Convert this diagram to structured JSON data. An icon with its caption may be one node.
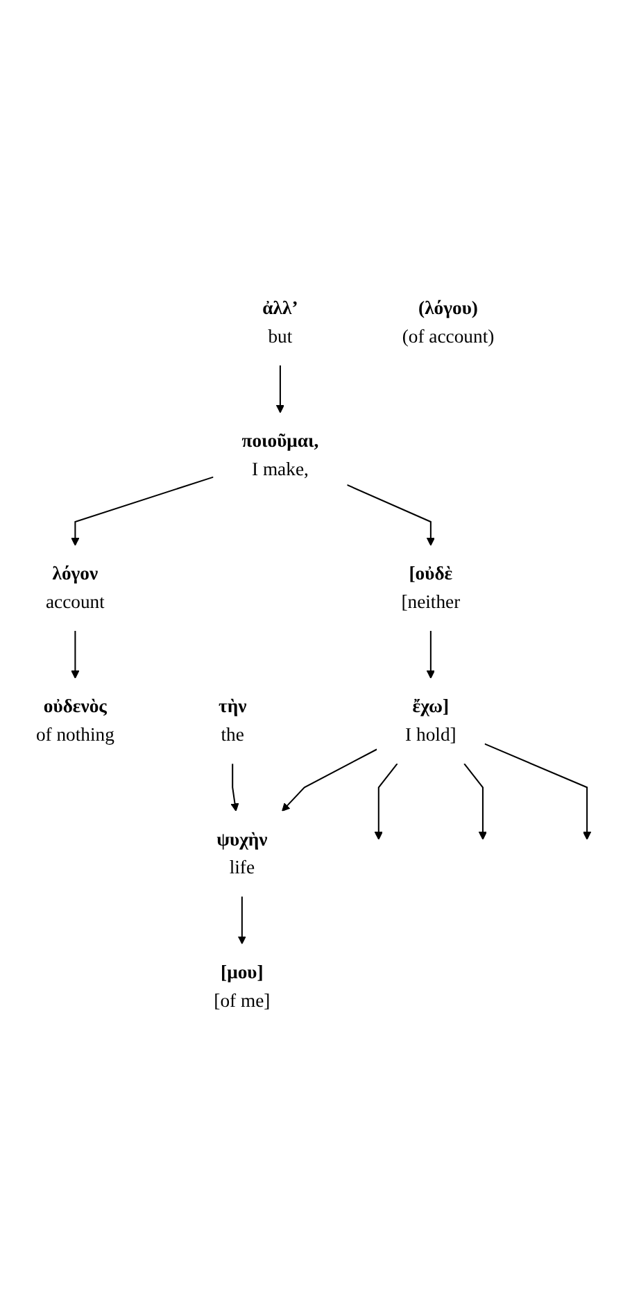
{
  "diagram": {
    "nodes": [
      {
        "text": [
          "ἀλλ’",
          "but"
        ]
      },
      {
        "text": [
          "οὐδενὸς",
          "of nothing"
        ]
      },
      {
        "text": [
          "λόγον",
          "account"
        ]
      },
      {
        "text": [
          "(λόγου)",
          "(of account)"
        ]
      },
      {
        "text": [
          "ποιοῦμαι,",
          "I make,"
        ]
      },
      {
        "text": [
          "[οὐδὲ",
          "[neither"
        ]
      },
      {
        "text": [
          "ἔχω]",
          "I hold]"
        ]
      },
      {
        "text": [
          "τὴν",
          "the"
        ]
      },
      {
        "text": [
          "ψυχὴν",
          "life"
        ]
      },
      {
        "text": [
          "[μου]",
          "[of me]"
        ]
      }
    ],
    "edges": [
      {
        "from": 0,
        "to": 4,
        "arrow": "to"
      },
      {
        "from": 2,
        "to": 1,
        "arrow": "to"
      },
      {
        "from": 4,
        "to": 2,
        "arrow": "to"
      },
      {
        "from": 4,
        "to": 5,
        "arrow": "to"
      },
      {
        "from": 5,
        "to": 6,
        "arrow": "to"
      },
      {
        "from": 6,
        "to": 8,
        "arrow": "to"
      },
      {
        "from": 7,
        "to": 8,
        "arrow": "to"
      },
      {
        "from": 8,
        "to": 9,
        "arrow": "to"
      },
      {
        "from": 6,
        "to": null,
        "arrow": "to"
      },
      {
        "from": 6,
        "to": null,
        "arrow": "to"
      },
      {
        "from": 6,
        "to": null,
        "arrow": "to"
      }
    ]
  }
}
